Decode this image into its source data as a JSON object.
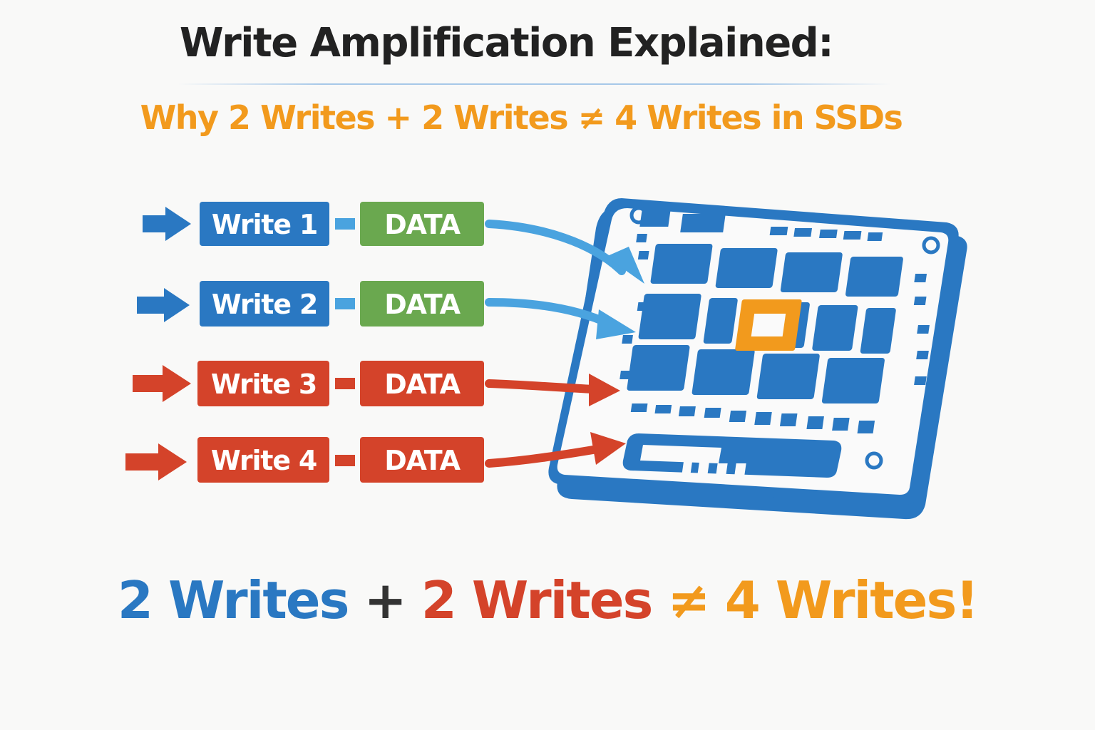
{
  "title": "Write Amplification Explained:",
  "subtitle": "Why 2 Writes + 2 Writes ≠ 4 Writes in SSDs",
  "writes": [
    {
      "label": "Write 1",
      "data_label": "DATA",
      "color": "#2a78c2",
      "data_color": "#6aa84f"
    },
    {
      "label": "Write 2",
      "data_label": "DATA",
      "color": "#2a78c2",
      "data_color": "#6aa84f"
    },
    {
      "label": "Write 3",
      "data_label": "DATA",
      "color": "#d4432a",
      "data_color": "#d4432a"
    },
    {
      "label": "Write 4",
      "data_label": "DATA",
      "color": "#d4432a",
      "data_color": "#d4432a"
    }
  ],
  "equation": {
    "part1": "2 Writes",
    "plus": "+",
    "part2": "2 Writes",
    "neq": "≠",
    "part3": "4 Writes!"
  },
  "colors": {
    "blue": "#2a78c2",
    "light_blue": "#4aa3df",
    "green": "#6aa84f",
    "red": "#d4432a",
    "orange": "#f29a1d",
    "dark": "#222222"
  },
  "icons": {
    "ssd": "ssd-chip-icon",
    "arrow": "arrow-right-icon"
  }
}
